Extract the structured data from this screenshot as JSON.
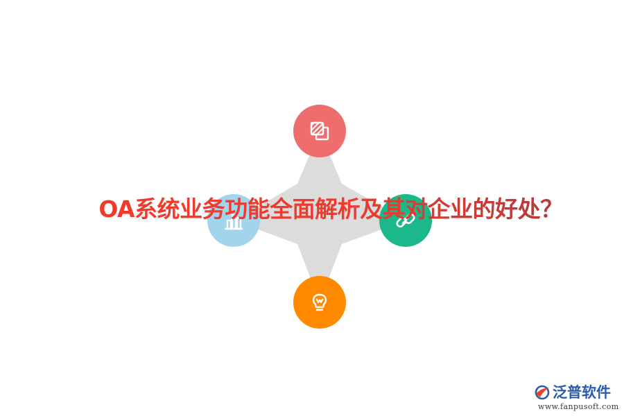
{
  "title": "OA系统业务功能全面解析及其对企业的好处？",
  "title_color_start": "#f03a2c",
  "title_color_end": "#b23a3a",
  "diagram": {
    "shape_color": "#dcdcdc",
    "nodes": [
      {
        "position": "top",
        "color": "#ee6d6d",
        "icon": "layers-icon"
      },
      {
        "position": "left",
        "color": "#a2d4ec",
        "icon": "bar-chart-icon"
      },
      {
        "position": "right",
        "color": "#1ab88a",
        "icon": "link-icon"
      },
      {
        "position": "bottom",
        "color": "#ff8a00",
        "icon": "lightbulb-icon"
      }
    ]
  },
  "logo": {
    "name": "泛普软件",
    "url": "www.fanpusoft.com",
    "name_color": "#2a5caa",
    "url_color": "#3a3a3a",
    "accent_color": "#e8442a"
  }
}
